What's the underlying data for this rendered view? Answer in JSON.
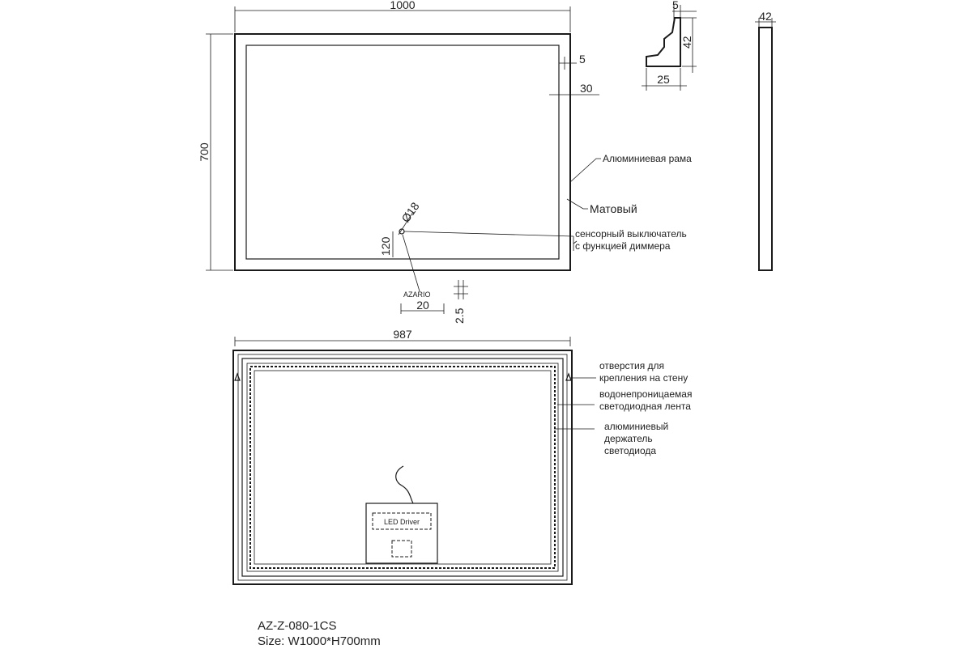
{
  "front_view": {
    "width_dim": "1000",
    "height_dim": "700",
    "frame_dim": "5",
    "border_dim": "30",
    "callout_frame": "Алюминиевая рама",
    "callout_matte": "Матовый",
    "switch_diameter": "Ø18",
    "switch_offset": "120",
    "callout_switch_line1": "сенсорный выключатель",
    "callout_switch_line2": "с функцией диммера"
  },
  "logo": {
    "text": "AZARIO",
    "width_dim": "20",
    "height_dim": "2.5"
  },
  "profile": {
    "top_dim": "5",
    "height_dim": "42",
    "depth_dim": "25"
  },
  "side_view": {
    "thickness_dim": "42"
  },
  "back_view": {
    "width_dim": "987",
    "callout_holes_line1": "отверстия для",
    "callout_holes_line2": "крепления на стену",
    "callout_strip_line1": "водонепроницаемая",
    "callout_strip_line2": "светодиодная лента",
    "callout_holder_line1": "алюминиевый",
    "callout_holder_line2": "держатель",
    "callout_holder_line3": "светодиода",
    "driver_label": "LED Driver"
  },
  "title_block": {
    "model": "AZ-Z-080-1CS",
    "size_label": "Size:",
    "size_value": "W1000*H700mm"
  }
}
